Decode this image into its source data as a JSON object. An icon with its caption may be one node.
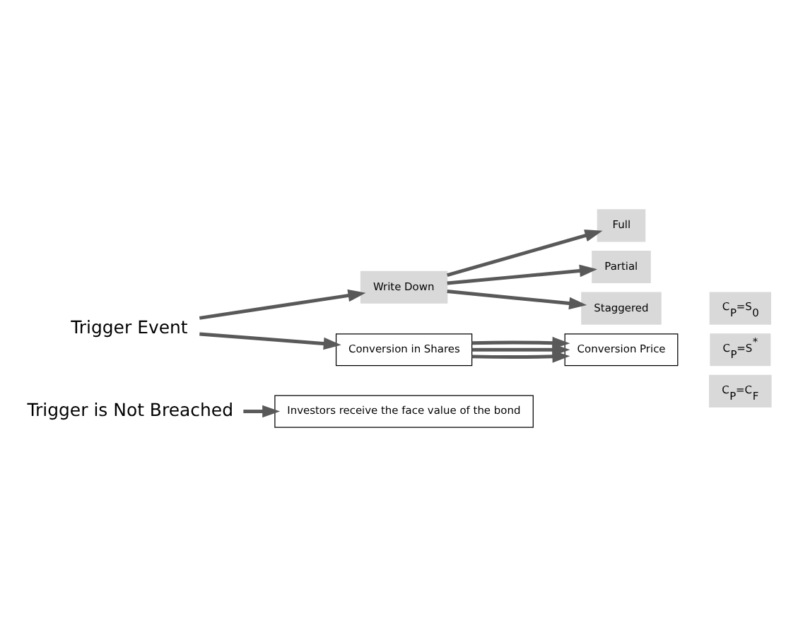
{
  "diagram": {
    "nodes": [
      {
        "text": [
          "Trigger Event"
        ]
      },
      {
        "text": [
          "Write Down"
        ]
      },
      {
        "text": [
          "Full"
        ]
      },
      {
        "text": [
          "Partial"
        ]
      },
      {
        "text": [
          "Staggered"
        ]
      },
      {
        "text": [
          "Conversion in Shares"
        ]
      },
      {
        "text": [
          "Conversion Price"
        ]
      },
      {
        "text": [
          "C$_{P}$=S$_{0}$"
        ]
      },
      {
        "text": [
          "C$_{P}$=S$^{*}$"
        ]
      },
      {
        "text": [
          "C$_{P}$=C$_{F}$"
        ]
      },
      {
        "text": [
          "Trigger is Not Breached"
        ]
      },
      {
        "text": [
          "Investors receive the face value of the bond"
        ]
      }
    ],
    "edges": [
      {
        "from": 0,
        "to": 1,
        "arrow": "to"
      },
      {
        "from": 0,
        "to": 5,
        "arrow": "to"
      },
      {
        "from": 1,
        "to": 2,
        "arrow": "to"
      },
      {
        "from": 1,
        "to": 3,
        "arrow": "to"
      },
      {
        "from": 1,
        "to": 4,
        "arrow": "to"
      },
      {
        "from": 5,
        "to": 6,
        "arrow": "to"
      },
      {
        "from": 5,
        "to": 6,
        "arrow": "to"
      },
      {
        "from": 5,
        "to": 6,
        "arrow": "to"
      },
      {
        "from": 10,
        "to": 11,
        "arrow": "to"
      }
    ]
  }
}
